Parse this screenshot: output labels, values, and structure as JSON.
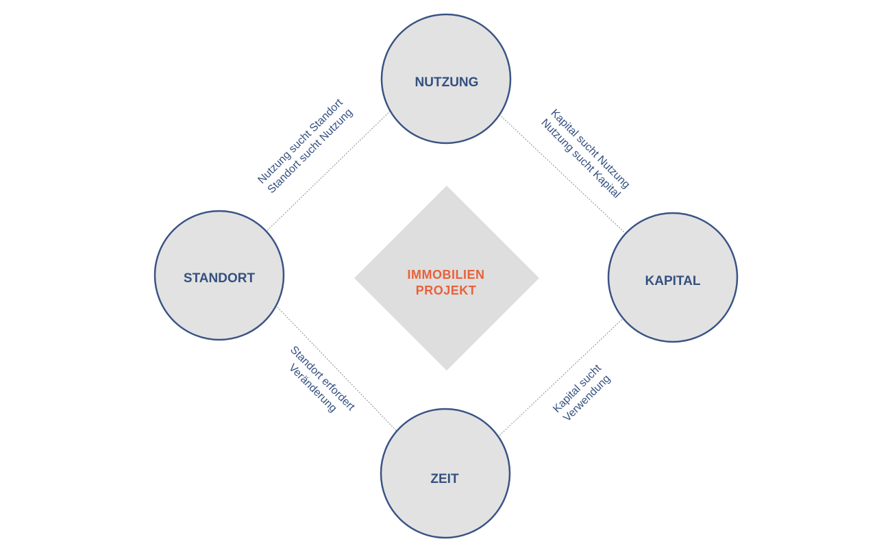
{
  "center": {
    "line1": "IMMOBILIEN",
    "line2": "PROJEKT"
  },
  "nodes": {
    "nutzung": "NUTZUNG",
    "standort": "STANDORT",
    "kapital": "KAPITAL",
    "zeit": "ZEIT"
  },
  "edges": {
    "nutzung_standort": {
      "line1": "Nutzung sucht Standort",
      "line2": "Standort sucht Nutzung"
    },
    "nutzung_kapital": {
      "line1": "Kapital sucht Nutzung",
      "line2": "Nutzung sucht Kapital"
    },
    "standort_zeit": {
      "line1": "Standort erfordert",
      "line2": "Veränderung"
    },
    "kapital_zeit": {
      "line1": "Kapital sucht",
      "line2": "Verwendung"
    }
  },
  "colors": {
    "node_fill": "#e2e2e2",
    "node_stroke": "#3a5384",
    "node_text": "#34507f",
    "center_fill": "#dedede",
    "center_text": "#e8613a",
    "edge_line": "#8a8a8a"
  }
}
